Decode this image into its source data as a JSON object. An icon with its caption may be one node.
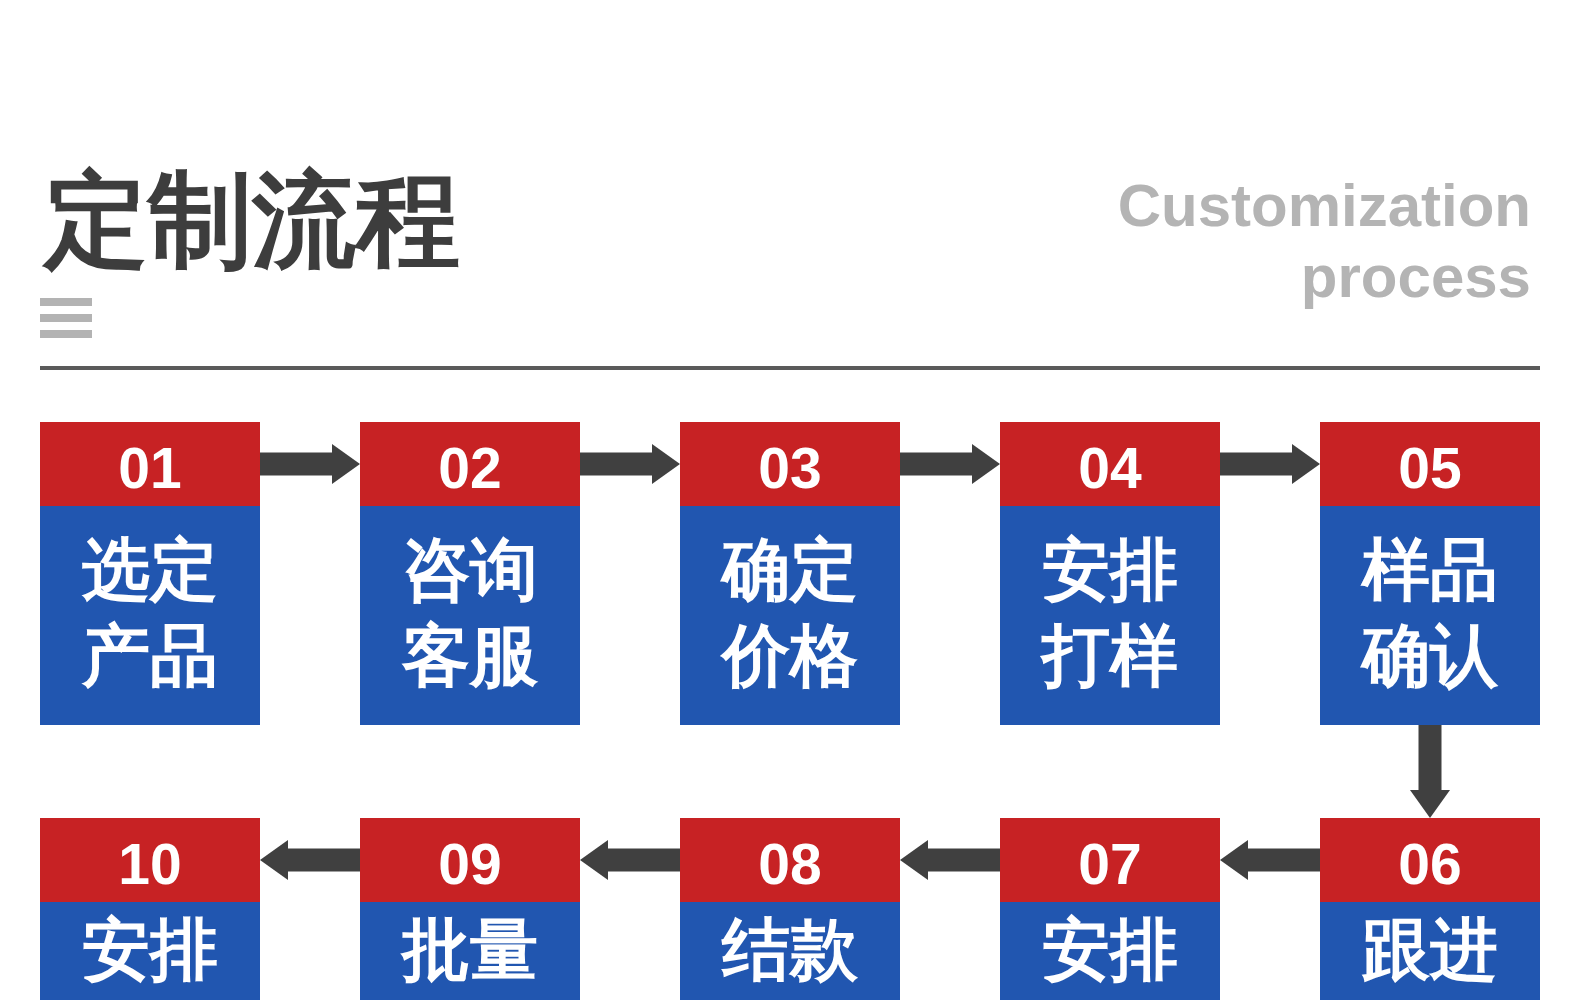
{
  "diagram": {
    "title": "定制流程",
    "nodes": [
      {
        "text": [
          "01",
          "选定产品"
        ]
      },
      {
        "text": [
          "02",
          "咨询客服"
        ]
      },
      {
        "text": [
          "03",
          "确定价格"
        ]
      },
      {
        "text": [
          "04",
          "安排打样"
        ]
      },
      {
        "text": [
          "05",
          "样品确认"
        ]
      },
      {
        "text": [
          "06",
          "跟进"
        ]
      },
      {
        "text": [
          "07",
          "安排"
        ]
      },
      {
        "text": [
          "08",
          "结款"
        ]
      },
      {
        "text": [
          "09",
          "批量"
        ]
      },
      {
        "text": [
          "10",
          "安排"
        ]
      }
    ],
    "edges": [
      {
        "from": 0,
        "to": 1,
        "arrow": "to"
      },
      {
        "from": 1,
        "to": 2,
        "arrow": "to"
      },
      {
        "from": 2,
        "to": 3,
        "arrow": "to"
      },
      {
        "from": 3,
        "to": 4,
        "arrow": "to"
      },
      {
        "from": 4,
        "to": 5,
        "arrow": "to"
      },
      {
        "from": 5,
        "to": 6,
        "arrow": "to"
      },
      {
        "from": 6,
        "to": 7,
        "arrow": "to"
      },
      {
        "from": 7,
        "to": 8,
        "arrow": "to"
      },
      {
        "from": 8,
        "to": 9,
        "arrow": "to"
      }
    ],
    "labels": [
      "Customization process"
    ]
  }
}
